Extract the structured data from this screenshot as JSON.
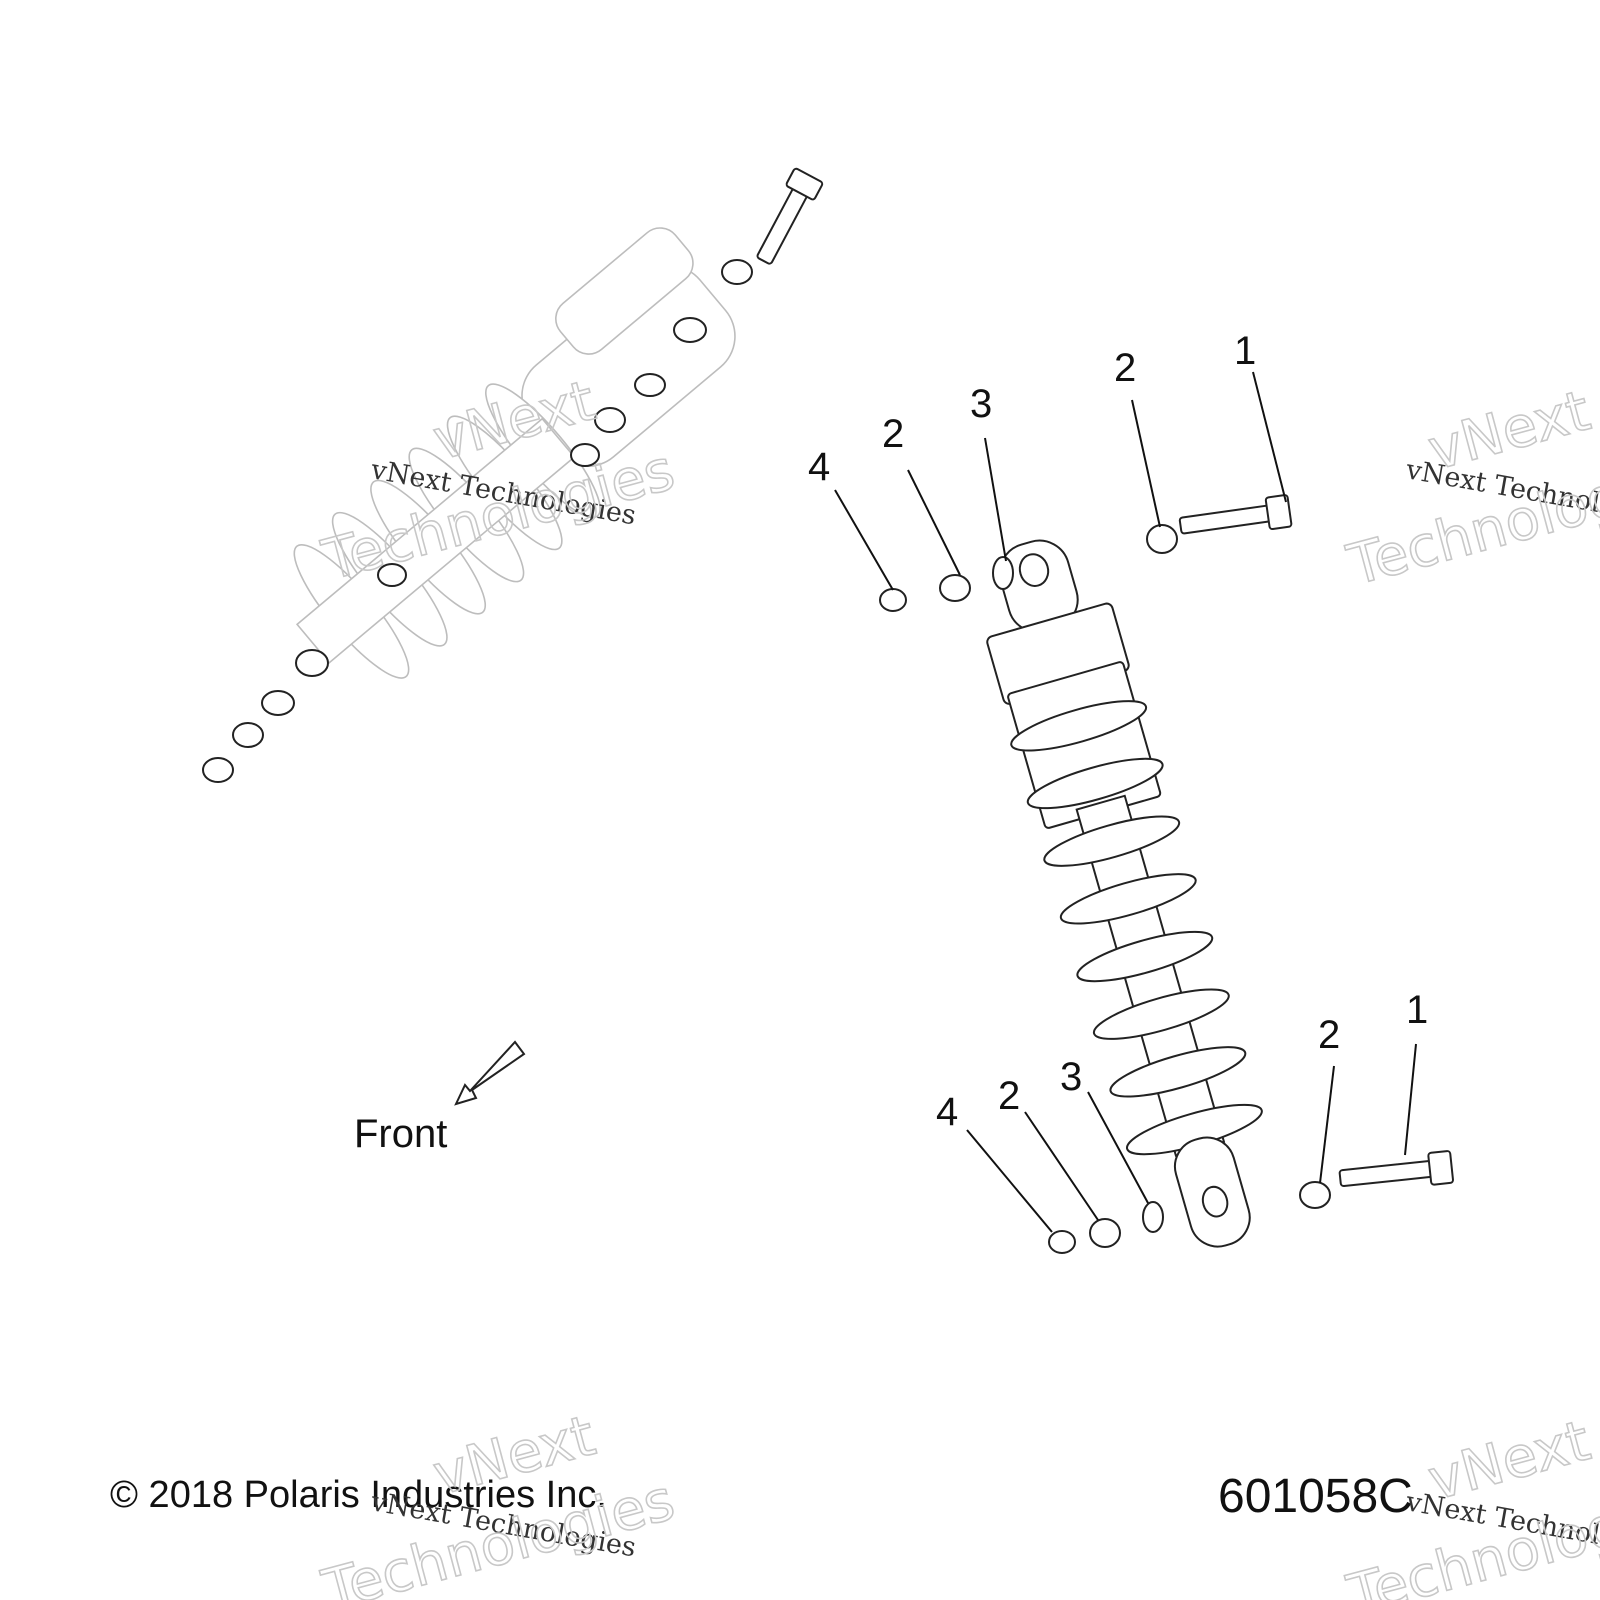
{
  "figure_id": "601058C",
  "copyright": "© 2018 Polaris Industries Inc.",
  "direction_label": "Front",
  "watermark": {
    "line_small": "vNext Technologies",
    "line_big_1": "vNext",
    "line_big_2": "Technologies"
  },
  "callouts": [
    {
      "id": "top-1",
      "number": "1"
    },
    {
      "id": "top-2a",
      "number": "2"
    },
    {
      "id": "top-3",
      "number": "3"
    },
    {
      "id": "top-2b",
      "number": "2"
    },
    {
      "id": "top-4",
      "number": "4"
    },
    {
      "id": "bot-1",
      "number": "1"
    },
    {
      "id": "bot-2a",
      "number": "2"
    },
    {
      "id": "bot-3",
      "number": "3"
    },
    {
      "id": "bot-2b",
      "number": "2"
    },
    {
      "id": "bot-4",
      "number": "4"
    }
  ]
}
